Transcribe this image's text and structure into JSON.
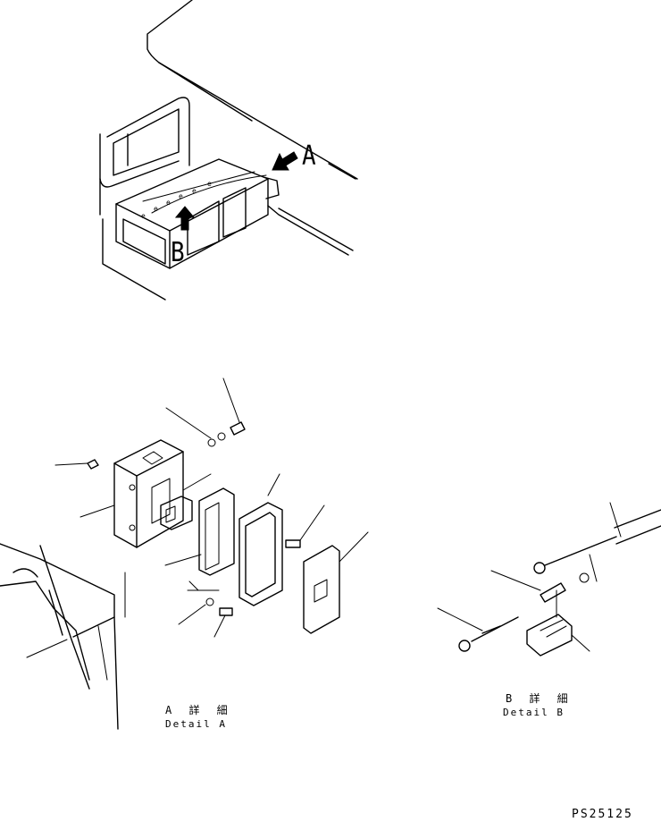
{
  "callouts": {
    "arrow_a_label": "A",
    "arrow_b_label": "B"
  },
  "detail_a": {
    "title_jp": "A 詳 細",
    "title_en": "Detail A"
  },
  "detail_b": {
    "title_jp": "B 詳 細",
    "title_en": "Detail B"
  },
  "drawing_code": "PS25125",
  "icons": {
    "arrow_a": "bold-arrow-down-left-icon",
    "arrow_b": "bold-arrow-up-icon"
  }
}
